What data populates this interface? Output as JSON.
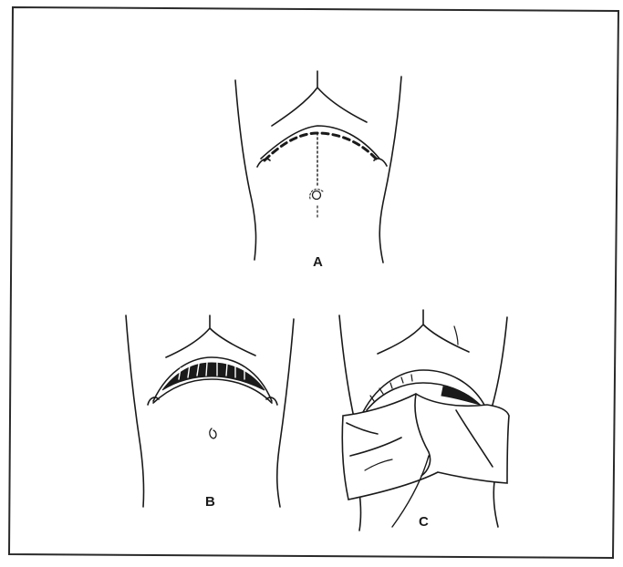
{
  "figure": {
    "panels": [
      {
        "id": "panel-a",
        "label": "A"
      },
      {
        "id": "panel-b",
        "label": "B"
      },
      {
        "id": "panel-c",
        "label": "C"
      }
    ]
  },
  "colors": {
    "ink": "#1a1a1a",
    "paper": "#ffffff",
    "border": "#2a2a2a"
  }
}
